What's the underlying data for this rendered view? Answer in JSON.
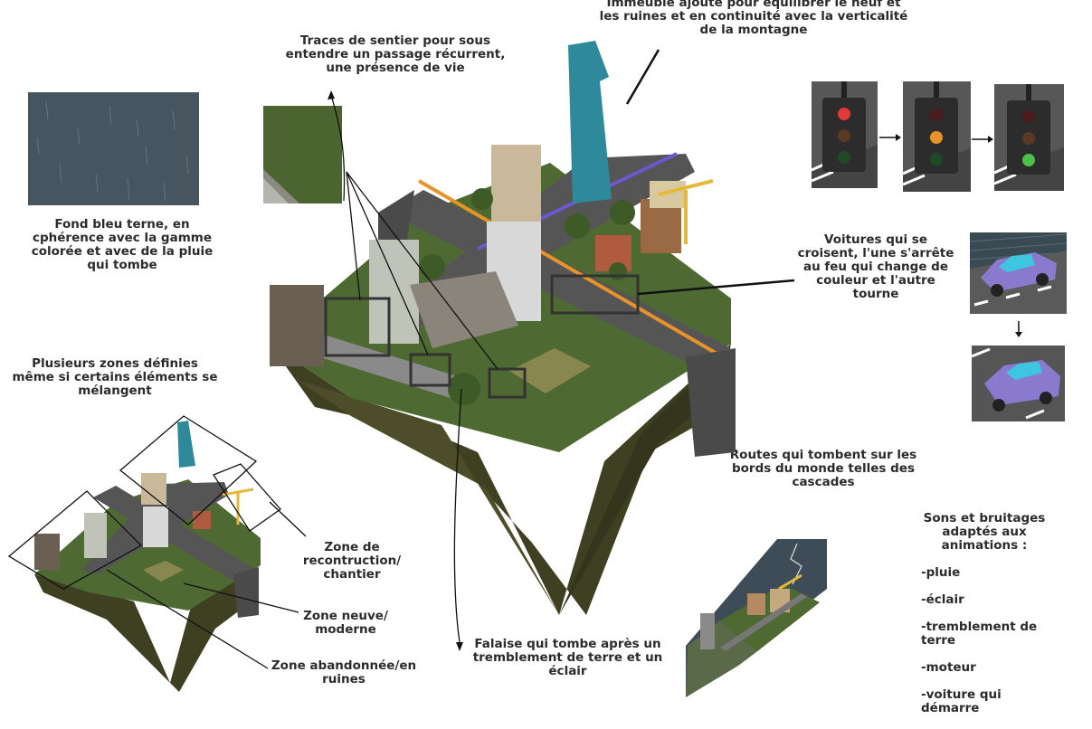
{
  "annotations": {
    "building": "Immeuble ajouté pour équilibrer le neuf et\nles ruines et en continuité avec la verticalité\nde la montagne",
    "path": "Traces de sentier pour sous\nentendre un passage récurrent,\nune présence de vie",
    "background": "Fond bleu terne, en\ncphérence avec la gamme\ncolorée et avec de la pluie\nqui tombe",
    "cars": "Voitures qui se\ncroisent, l'une s'arrête\nau feu qui change de\ncouleur et l'autre\ntourne",
    "zones": "Plusieurs zones définies\nmême si certains éléments se\nmélangent",
    "roads": "Routes qui tombent sur les\nbords du monde telles des\ncascades",
    "sounds": "Sons et bruitages\nadaptés aux\nanimations :",
    "cliff": "Falaise qui tombe après un\ntremblement de terre et un\néclair",
    "zone_construction": "Zone de recontruction/\nchantier",
    "zone_modern": "Zone neuve/\nmoderne",
    "zone_ruins": "Zone abandonnée/en\nruines"
  },
  "sounds_list": [
    "-pluie",
    "-éclair",
    "-tremblement de\nterre",
    "-moteur",
    "-voiture qui\ndémarre"
  ],
  "colors": {
    "rain_bg": "#46555f",
    "cliff": "#4a4a2a",
    "grass": "#4e6a32",
    "road": "#555555",
    "sidewalk": "#9a9a9a",
    "tower": "#2e8a9a",
    "crane": "#e5b83a",
    "purple_car": "#8a7acd",
    "light_red": "#e23a3a",
    "light_orange": "#e8922a",
    "light_green": "#4ac24a"
  },
  "icons": {
    "arrow-right-1": "arrow-right-icon",
    "arrow-right-2": "arrow-right-icon",
    "arrow-down": "arrow-down-icon"
  }
}
